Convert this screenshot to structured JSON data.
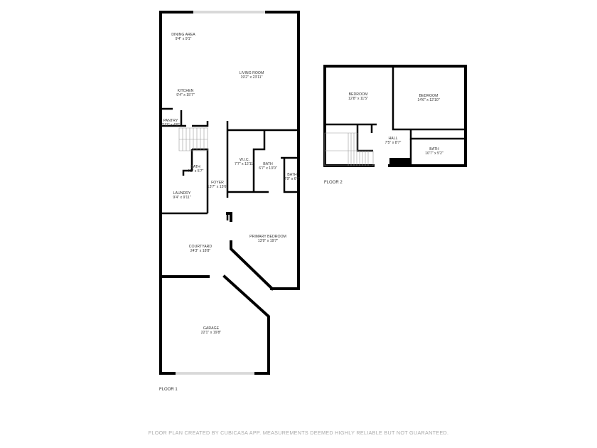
{
  "floor1": {
    "label": "FLOOR 1",
    "rooms": {
      "dining": {
        "name": "DINING AREA",
        "dims": "9'4\" x 9'1\""
      },
      "living": {
        "name": "LIVING ROOM",
        "dims": "19'2\" x 23'11\""
      },
      "kitchen": {
        "name": "KITCHEN",
        "dims": "9'4\" x 15'7\""
      },
      "pantry": {
        "name": "PANTRY",
        "dims": "2'11\" x 4'8\""
      },
      "bath_hall": {
        "name": "BATH",
        "dims": "4'5\" x 5'7\""
      },
      "wic": {
        "name": "W.I.C.",
        "dims": "7'7\" x 12'11\""
      },
      "bath_primary": {
        "name": "BATH",
        "dims": "6'7\" x 13'0\""
      },
      "bath_small": {
        "name": "BATH",
        "dims": "2'9\" x 6'0\""
      },
      "foyer": {
        "name": "FOYER",
        "dims": "13'7\" x 15'6\""
      },
      "laundry": {
        "name": "LAUNDRY",
        "dims": "9'4\" x 9'11\""
      },
      "primary_bedroom": {
        "name": "PRIMARY BEDROOM",
        "dims": "13'9\" x 19'7\""
      },
      "courtyard": {
        "name": "COURTYARD",
        "dims": "24'3\" x 18'8\""
      },
      "garage": {
        "name": "GARAGE",
        "dims": "22'1\" x 19'8\""
      }
    }
  },
  "floor2": {
    "label": "FLOOR 2",
    "rooms": {
      "bedroom1": {
        "name": "BEDROOM",
        "dims": "12'8\" x 11'5\""
      },
      "bedroom2": {
        "name": "BEDROOM",
        "dims": "14'6\" x 12'10\""
      },
      "hall": {
        "name": "HALL",
        "dims": "7'5\" x 8'7\""
      },
      "bath": {
        "name": "BATH",
        "dims": "10'7\" x 5'2\""
      }
    }
  },
  "footer": "FLOOR PLAN CREATED BY CUBICASA APP. MEASUREMENTS DEEMED HIGHLY RELIABLE BUT NOT GUARANTEED."
}
